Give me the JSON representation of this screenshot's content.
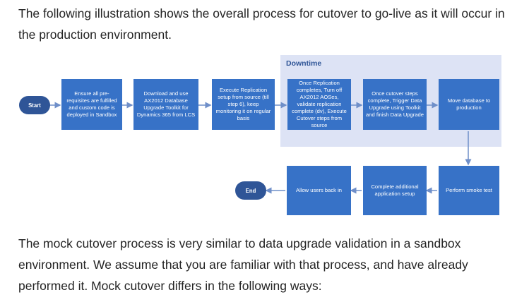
{
  "intro_text": "The following illustration shows the overall process for cutover to go-live as it will occur in the production environment.",
  "diagram": {
    "zone_label": "Downtime",
    "start_label": "Start",
    "end_label": "End",
    "steps": [
      "Ensure all pre-requisites are fulfilled and custom code is deployed in Sandbox",
      "Download and use AX2012 Database Upgrade Toolkit for Dynamics 365 from LCS",
      "Execute Replication setup from source (till step 6), keep monitoring it on regular basis",
      "Once Replication completes, Turn off AX2012 AOSes, validate replication complete (dv), Execute Cutover steps from source",
      "Once cutover steps complete, Trigger Data Upgrade using Toolkit and finish Data Upgrade",
      "Move database to production",
      "Perform smoke test",
      "Complete additional application setup",
      "Allow users back in"
    ],
    "box_color": "#3772c7",
    "terminal_color": "#2f5597",
    "zone_color": "#dde3f5"
  },
  "outro_text": "The mock cutover process is very similar to data upgrade validation in a sandbox environment. We assume that you are familiar with that process, and have already performed it. Mock cutover differs in the following ways:"
}
